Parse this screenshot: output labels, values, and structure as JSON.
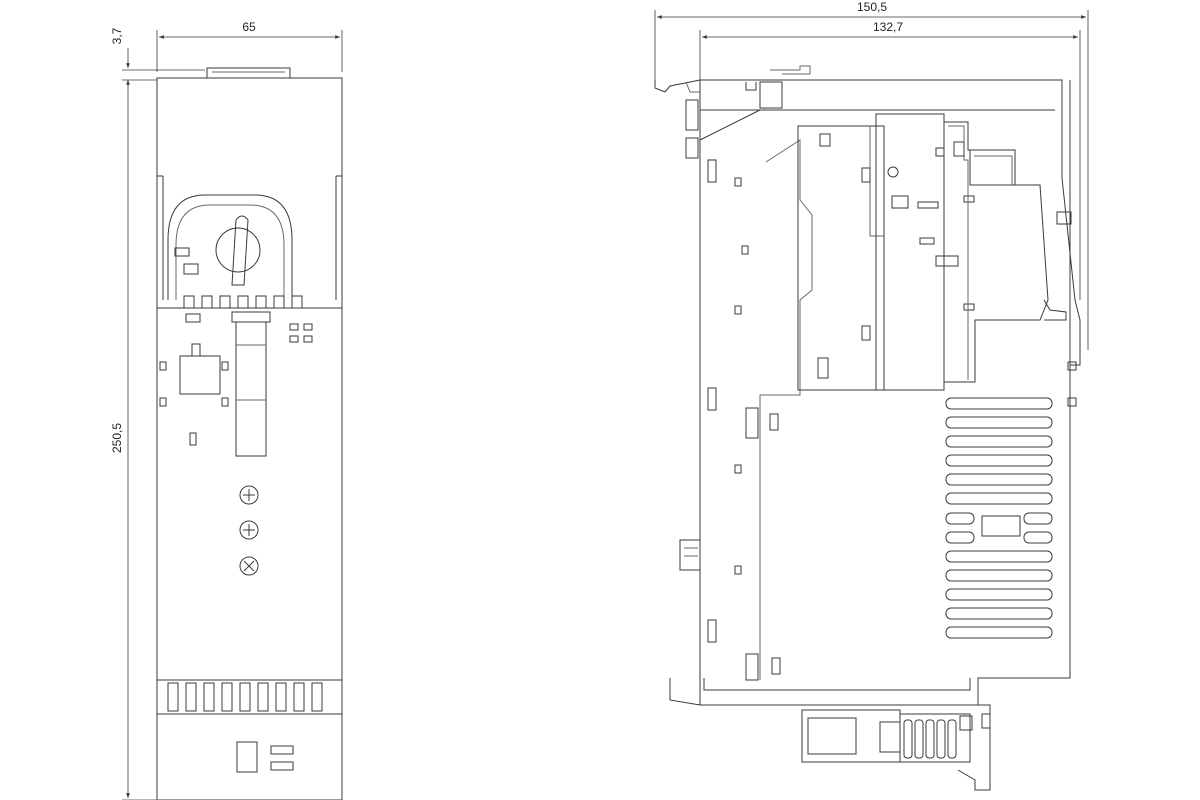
{
  "dimensions": {
    "front_width": "65",
    "front_top_offset": "3,7",
    "front_height": "250,5",
    "side_overall_depth": "150,5",
    "side_body_depth": "132,7"
  },
  "colors": {
    "line": "#3a3a3a",
    "light_line": "#6a6a6a",
    "background": "#ffffff"
  }
}
